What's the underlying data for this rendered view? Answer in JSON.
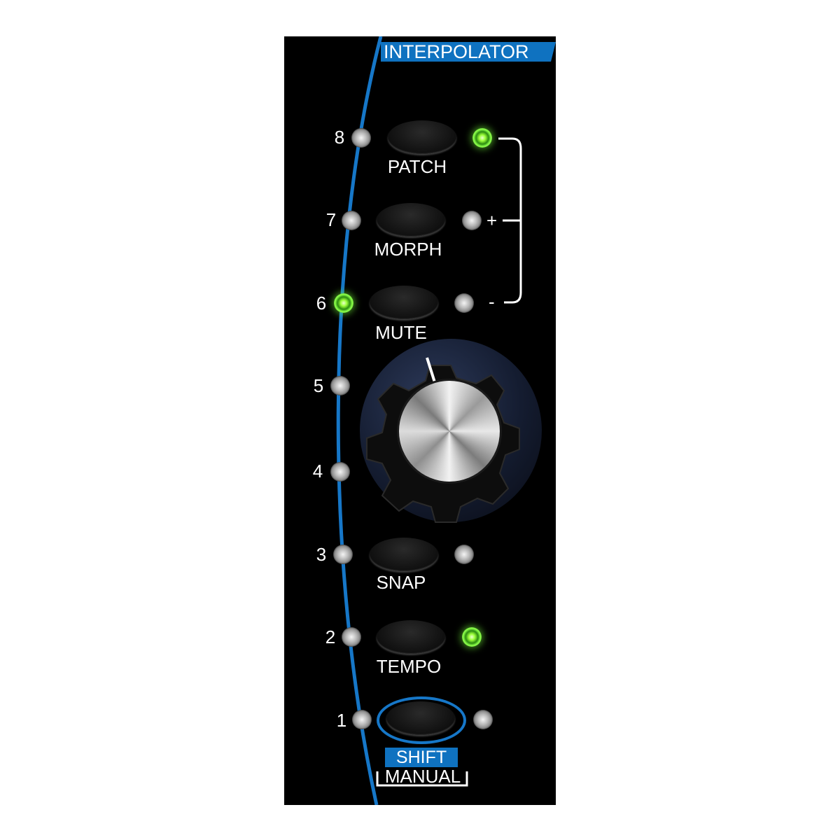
{
  "module": {
    "title": "INTERPOLATOR",
    "accent_color": "#1677c8",
    "led_on_color": "#7cff3a"
  },
  "slot_numbers": [
    "8",
    "7",
    "6",
    "5",
    "4",
    "3",
    "2",
    "1"
  ],
  "buttons": {
    "patch": "PATCH",
    "morph": "MORPH",
    "mute": "MUTE",
    "snap": "SNAP",
    "tempo": "TEMPO",
    "shift": "SHIFT",
    "manual": "MANUAL"
  },
  "bracket": {
    "plus": "+",
    "minus": "-"
  },
  "led_states": {
    "slot_8": false,
    "slot_7": false,
    "slot_6": true,
    "slot_5": false,
    "slot_4": false,
    "slot_3": false,
    "slot_2": false,
    "slot_1": false,
    "patch": true,
    "morph": false,
    "mute": false,
    "snap": false,
    "tempo": true,
    "shift": false
  },
  "knob": {
    "name": "main-knob"
  }
}
